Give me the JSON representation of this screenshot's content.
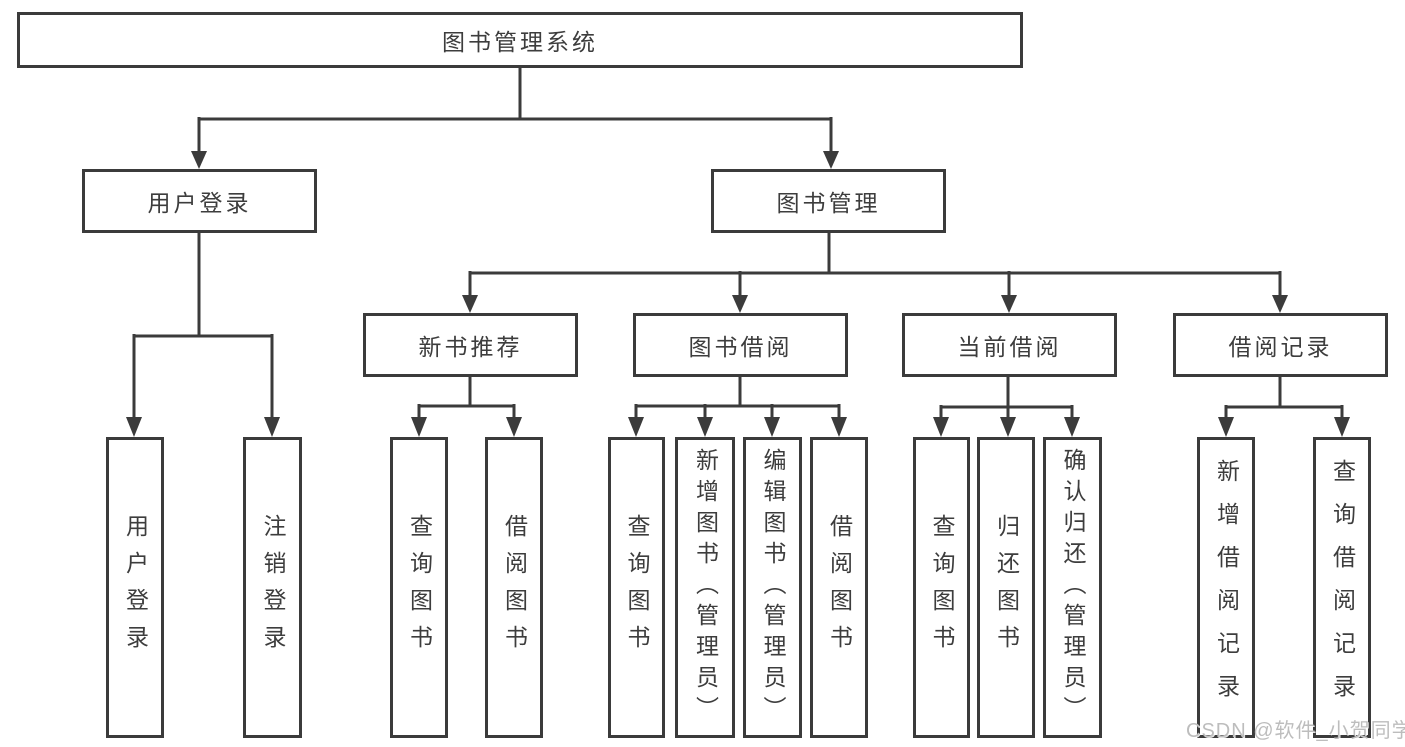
{
  "nodes": {
    "root": "图书管理系统",
    "level2": {
      "user_login": "用户登录",
      "book_mgmt": "图书管理"
    },
    "level3": {
      "new_book_rec": "新书推荐",
      "book_borrow": "图书借阅",
      "current_borrow": "当前借阅",
      "borrow_records": "借阅记录"
    },
    "leaves": {
      "user_login": "用户登录",
      "logout": "注销登录",
      "rec_query_book": "查询图书",
      "rec_borrow_book": "借阅图书",
      "bb_query_book": "查询图书",
      "bb_add_book": "新增图书（管理员）",
      "bb_edit_book": "编辑图书（管理员）",
      "bb_borrow_book": "借阅图书",
      "cb_query_book": "查询图书",
      "cb_return_book": "归还图书",
      "cb_confirm_return": "确认归还（管理员）",
      "br_add_record": "新增借阅记录",
      "br_query_record": "查询借阅记录"
    }
  },
  "watermark": "CSDN @软件_小贺同学",
  "colors": {
    "line": "#3b3b3b",
    "text": "#3d3d3d",
    "watermark": "#bdbdbd",
    "background": "#ffffff"
  }
}
